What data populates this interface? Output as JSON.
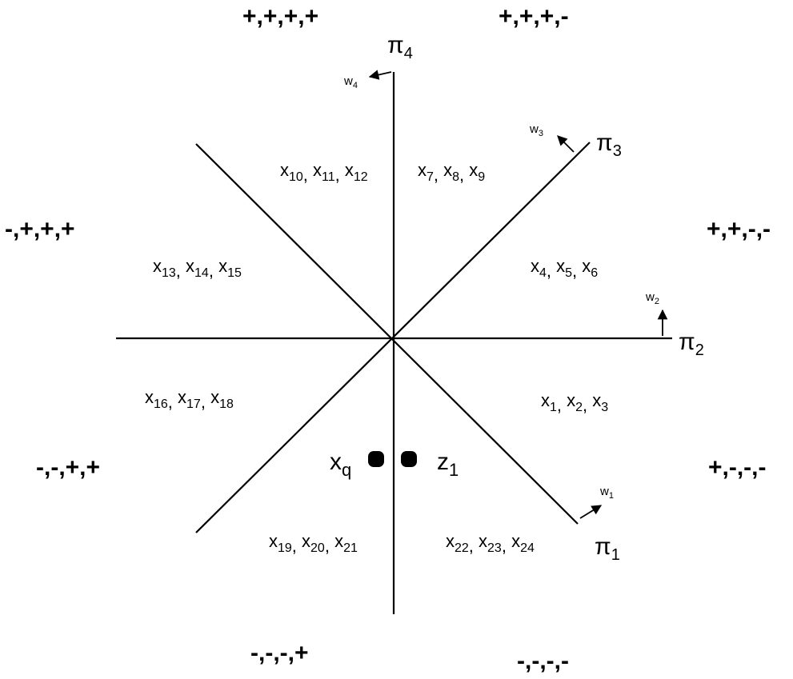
{
  "sign_patterns": {
    "top_left": "+,+,+,+",
    "top_right": "+,+,+,-",
    "upper_left": "-,+,+,+",
    "upper_right": "+,+,-,-",
    "lower_left": "-,-,+,+",
    "lower_right": "+,-,-,-",
    "bottom_left": "-,-,-,+",
    "bottom_right": "-,-,-,-"
  },
  "hyperplanes": [
    {
      "label": "π",
      "sub": "1"
    },
    {
      "label": "π",
      "sub": "2"
    },
    {
      "label": "π",
      "sub": "3"
    },
    {
      "label": "π",
      "sub": "4"
    }
  ],
  "normals": [
    {
      "label": "w",
      "sub": "1"
    },
    {
      "label": "w",
      "sub": "2"
    },
    {
      "label": "w",
      "sub": "3"
    },
    {
      "label": "w",
      "sub": "4"
    }
  ],
  "regions": [
    {
      "subs": [
        "10",
        "11",
        "12"
      ]
    },
    {
      "subs": [
        "7",
        "8",
        "9"
      ]
    },
    {
      "subs": [
        "13",
        "14",
        "15"
      ]
    },
    {
      "subs": [
        "4",
        "5",
        "6"
      ]
    },
    {
      "subs": [
        "16",
        "17",
        "18"
      ]
    },
    {
      "subs": [
        "1",
        "2",
        "3"
      ]
    },
    {
      "subs": [
        "19",
        "20",
        "21"
      ]
    },
    {
      "subs": [
        "22",
        "23",
        "24"
      ]
    }
  ],
  "point_letter": "x",
  "separator": ", ",
  "query_point": {
    "label": "x",
    "sub": "q"
  },
  "neighbor_point": {
    "label": "z",
    "sub": "1"
  }
}
